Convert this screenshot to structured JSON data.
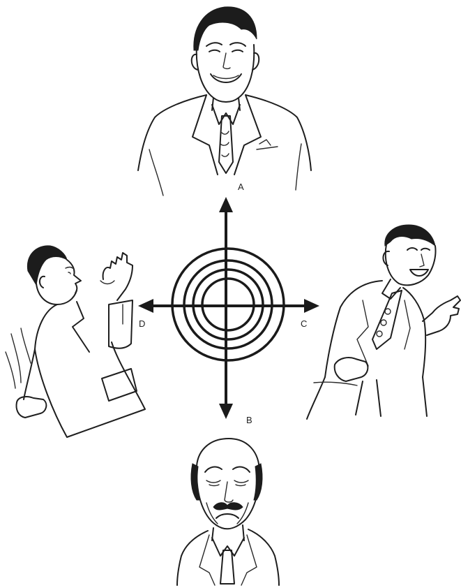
{
  "labels": {
    "top": "A",
    "bottom": "B",
    "right": "C",
    "left": "D"
  },
  "figures": {
    "top": "smiling-man-icon",
    "bottom": "sad-old-man-icon",
    "right": "laughing-man-icon",
    "left": "startled-man-icon"
  },
  "target": {
    "rings": 4
  },
  "colors": {
    "ink": "#1a1a1a",
    "background": "#ffffff"
  }
}
